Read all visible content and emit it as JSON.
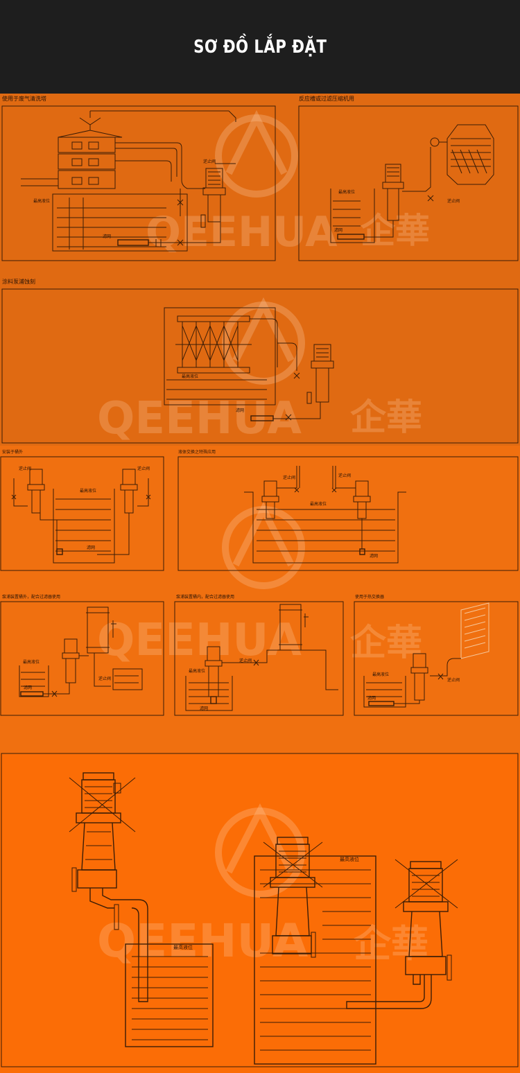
{
  "header": {
    "title": "SƠ ĐỒ LẮP ĐẶT"
  },
  "panels": {
    "p1": {
      "caption": "使用于废气清洗塔",
      "valve": "逆止阀",
      "level": "最高液位",
      "filter": "滤网"
    },
    "p2": {
      "caption": "反应槽或过滤压缩机用",
      "valve": "逆止阀",
      "level": "最高液位",
      "filter": "滤网"
    },
    "p3": {
      "caption": "涂料泵浦蚀刻",
      "level": "最高液位",
      "filter": "滤网"
    },
    "p4": {
      "caption": "安装于桶外",
      "valve_left": "逆止阀",
      "valve_right": "逆止阀",
      "level": "最高液位",
      "filter": "滤网"
    },
    "p5": {
      "caption": "液体交换之特殊应用",
      "valve_left": "逆止阀",
      "valve_right": "逆止阀",
      "level": "最高液位",
      "filter": "滤网"
    },
    "p6": {
      "caption": "泵浦装置桶外，配合过滤器使用",
      "valve": "逆止阀",
      "level": "最高液位",
      "filter": "滤网"
    },
    "p7": {
      "caption": "泵浦装置桶内，配合过滤器使用",
      "valve": "逆止阀",
      "level": "最高液位",
      "filter": "滤网"
    },
    "p8": {
      "caption": "使用于热交换器",
      "valve": "逆止阀",
      "level": "最高液位",
      "filter": "滤网"
    },
    "p9": {
      "level_left": "最高液位",
      "level_center": "最高液位"
    }
  },
  "watermark": {
    "brand_latin": "QEEHUA",
    "brand_cjk": "企華"
  },
  "colors": {
    "header_bg": "#1e1e1e",
    "band_1": "#e06a12",
    "band_2": "#f07010",
    "band_3": "#fb6d06",
    "line": "#3a1c06"
  }
}
